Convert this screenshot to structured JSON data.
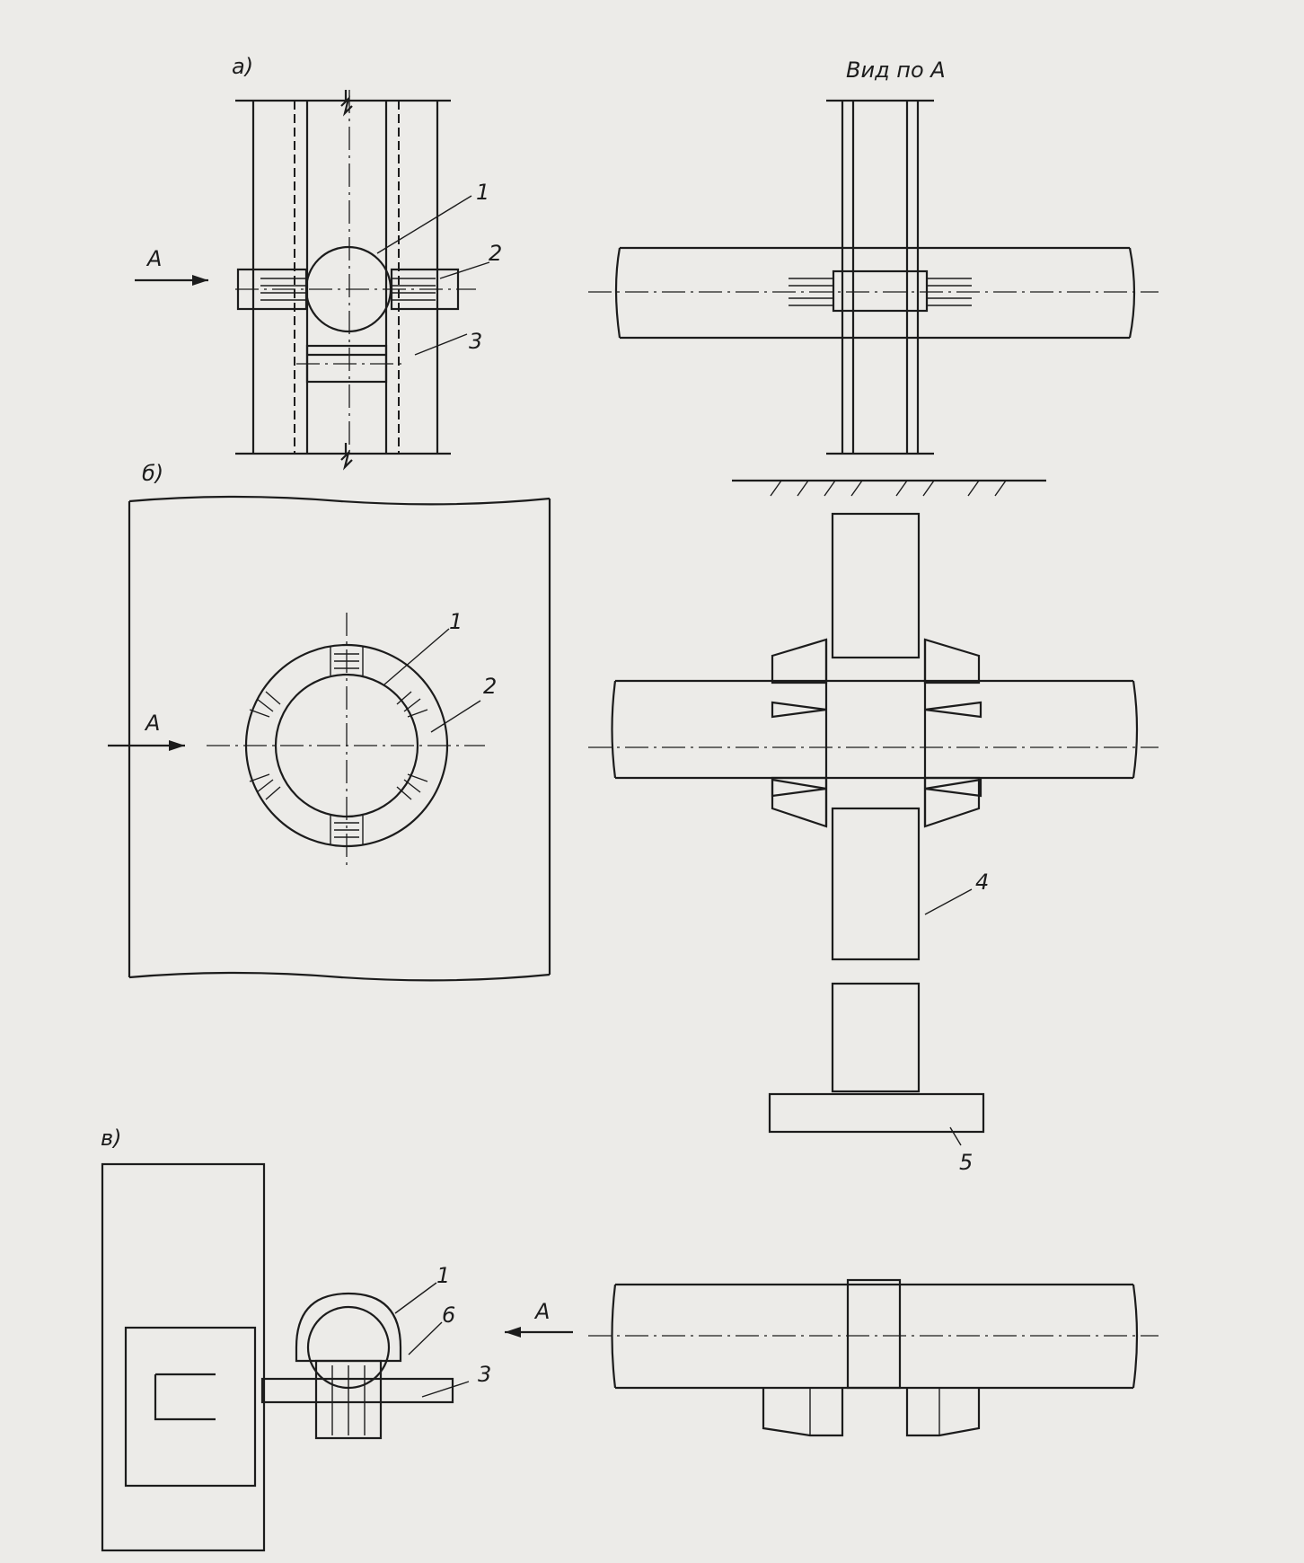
{
  "figure": {
    "views": [
      {
        "id": "a",
        "label": "а)"
      },
      {
        "id": "b",
        "label": "б)"
      },
      {
        "id": "v",
        "label": "в)"
      }
    ],
    "view_a_side_title": "Вид по А",
    "direction_label": "А",
    "callouts": [
      "1",
      "2",
      "3",
      "4",
      "5",
      "6"
    ]
  },
  "colors": {
    "paper": "#ecebe8",
    "ink": "#1c1c1c"
  }
}
